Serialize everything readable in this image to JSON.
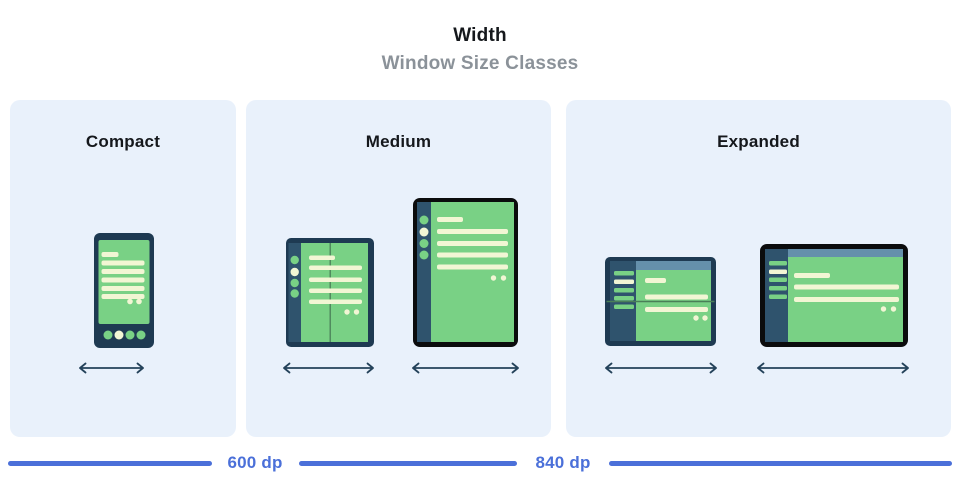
{
  "header": {
    "title": "Width",
    "subtitle": "Window Size Classes"
  },
  "panels": [
    {
      "id": "compact",
      "label": "Compact",
      "devices": [
        {
          "icon": "phone-portrait-illustration"
        }
      ]
    },
    {
      "id": "medium",
      "label": "Medium",
      "devices": [
        {
          "icon": "foldable-portrait-illustration"
        },
        {
          "icon": "tablet-portrait-illustration"
        }
      ]
    },
    {
      "id": "expanded",
      "label": "Expanded",
      "devices": [
        {
          "icon": "foldable-landscape-illustration"
        },
        {
          "icon": "tablet-landscape-illustration"
        }
      ]
    }
  ],
  "axis": {
    "breakpoints": [
      {
        "label": "600 dp"
      },
      {
        "label": "840 dp"
      }
    ]
  },
  "colors": {
    "page-bg": "#ffffff",
    "panel-bg": "#e9f1fb",
    "title": "#15181c",
    "subtitle": "#8b9299",
    "frame-navy": "#1e3a52",
    "frame-black": "#0b0c0d",
    "sidebar-navy": "#2f536d",
    "screen-green": "#79d185",
    "line-cream": "#f2f6d4",
    "fold-green": "#4a7f58",
    "appbar-blue": "#6590ab",
    "arrow-navy": "#24425a",
    "axis-blue": "#4b70d9"
  }
}
